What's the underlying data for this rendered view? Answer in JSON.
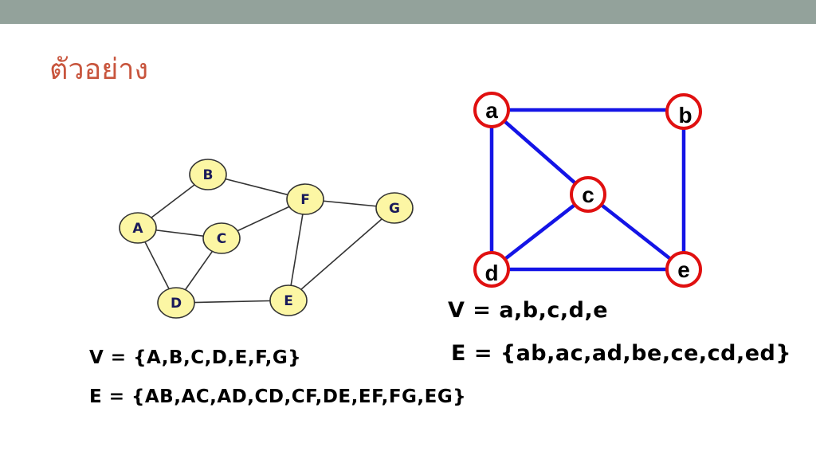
{
  "slide": {
    "title": "ตัวอย่าง"
  },
  "graph1": {
    "nodes": [
      "A",
      "B",
      "C",
      "D",
      "E",
      "F",
      "G"
    ],
    "edges": [
      "AB",
      "AC",
      "AD",
      "CD",
      "CF",
      "DE",
      "EF",
      "FG",
      "EG"
    ],
    "vertex_set": "V = {A,B,C,D,E,F,G}",
    "edge_set": "E = {AB,AC,AD,CD,CF,DE,EF,FG,EG}",
    "colors": {
      "node_fill": "#fcf6a4",
      "node_stroke": "#333333",
      "edge": "#333333"
    }
  },
  "graph2": {
    "nodes": [
      "a",
      "b",
      "c",
      "d",
      "e"
    ],
    "edges": [
      "ab",
      "ac",
      "ad",
      "be",
      "ce",
      "cd",
      "ed"
    ],
    "vertex_set": "V = a,b,c,d,e",
    "edge_set": "E = {ab,ac,ad,be,ce,cd,ed}",
    "colors": {
      "node_fill": "#ffffff",
      "node_stroke": "#e01010",
      "edge": "#1414e6"
    }
  }
}
